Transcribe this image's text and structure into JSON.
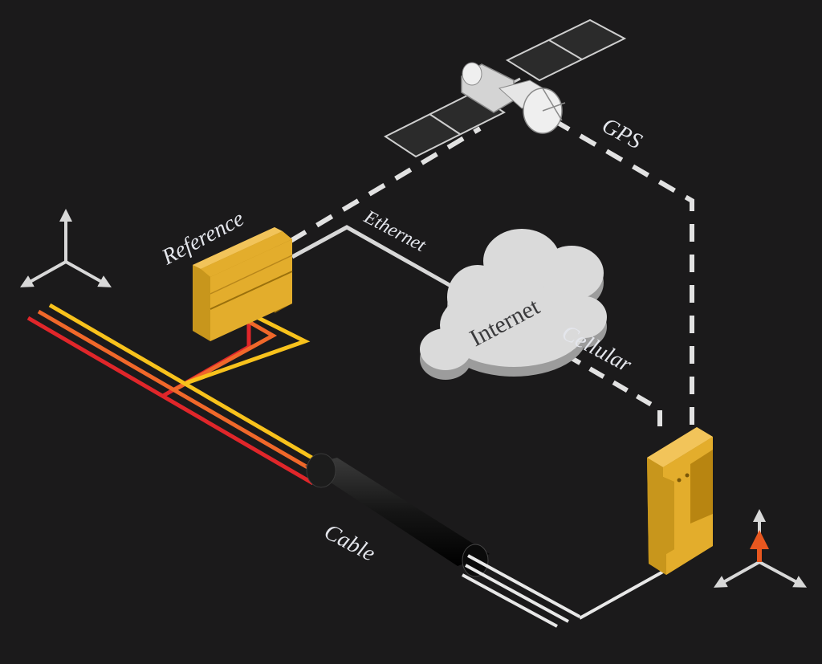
{
  "labels": {
    "gps": "GPS",
    "reference": "Reference",
    "ethernet": "Ethernet",
    "internet": "Internet",
    "cellular": "Cellular",
    "cable": "Cable"
  },
  "colors": {
    "background": "#1b1a1b",
    "fiber_red": "#e0262a",
    "fiber_orange": "#f0682a",
    "fiber_yellow": "#f8c21c",
    "device_gold": "#e3ad2c",
    "link_gray": "#d8d8d8",
    "cloud": "#d9d9d9",
    "highlight_arrow": "#e8571f"
  },
  "icons": [
    "satellite-icon",
    "cloud-icon",
    "reference-receiver-icon",
    "mobile-receiver-icon",
    "axes-icon"
  ]
}
